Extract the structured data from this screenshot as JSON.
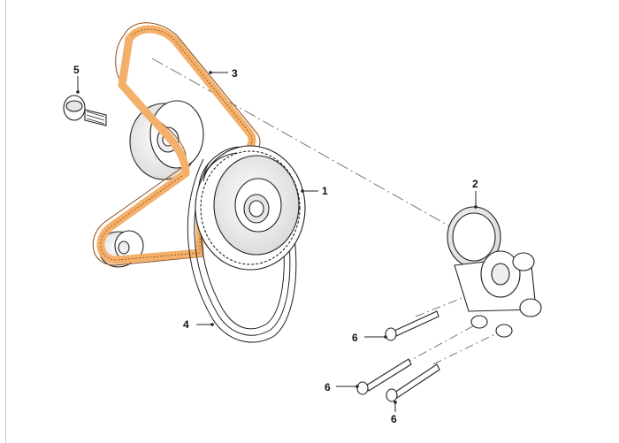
{
  "diagram": {
    "colors": {
      "belt_fill": "#f4b06a",
      "belt_outline": "#8a4a15",
      "line_art": "#222222",
      "centerline": "#777777",
      "background": "#ffffff"
    },
    "callouts": {
      "crankshaft_pulley": "1",
      "tensioner": "2",
      "upper_belt": "3",
      "lower_belt": "4",
      "flange_bolt": "5",
      "tensioner_bolt_a": "6",
      "tensioner_bolt_b": "6",
      "tensioner_bolt_c": "6"
    }
  }
}
